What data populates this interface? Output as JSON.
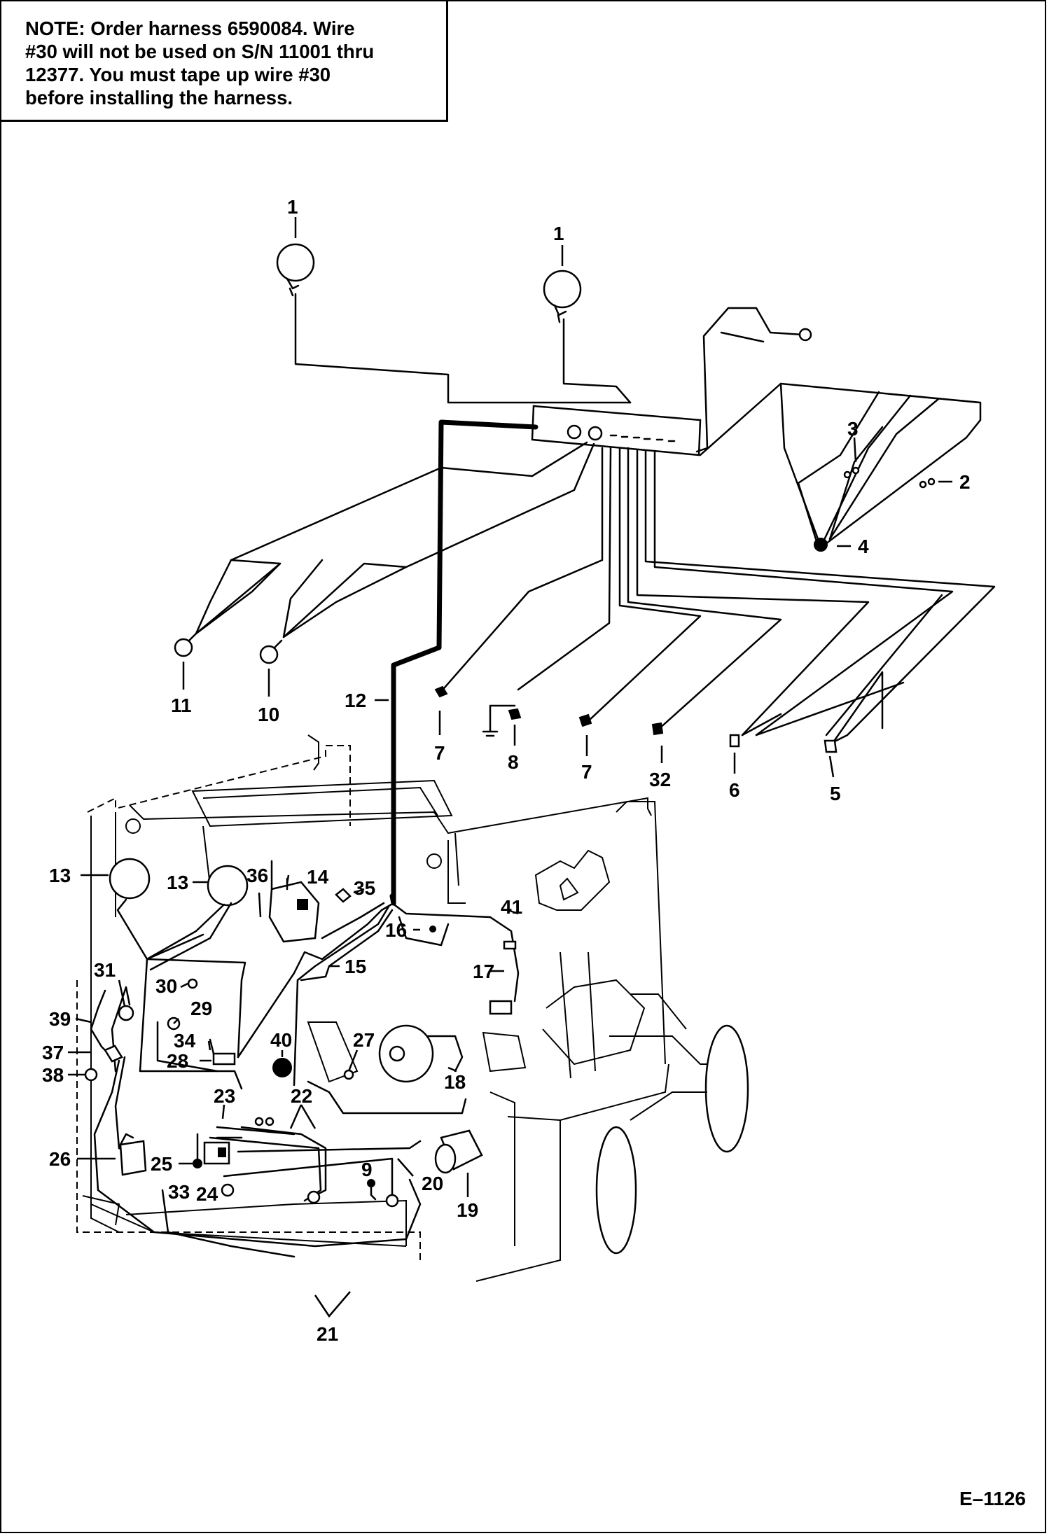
{
  "note": {
    "lines": [
      "NOTE:  Order harness 6590084. Wire",
      "#30 will not be used on S/N 11001 thru",
      "12377.  You must tape up wire #30",
      "before installing the harness."
    ]
  },
  "figure_id": "E–1126",
  "callouts": [
    "1",
    "1",
    "3",
    "2",
    "4",
    "11",
    "10",
    "12",
    "7",
    "8",
    "7",
    "32",
    "6",
    "5",
    "13",
    "13",
    "36",
    "14",
    "35",
    "41",
    "16",
    "17",
    "31",
    "30",
    "29",
    "39",
    "37",
    "38",
    "15",
    "34",
    "28",
    "40",
    "27",
    "18",
    "23",
    "22",
    "26",
    "25",
    "33",
    "24",
    "9",
    "20",
    "19",
    "21"
  ]
}
